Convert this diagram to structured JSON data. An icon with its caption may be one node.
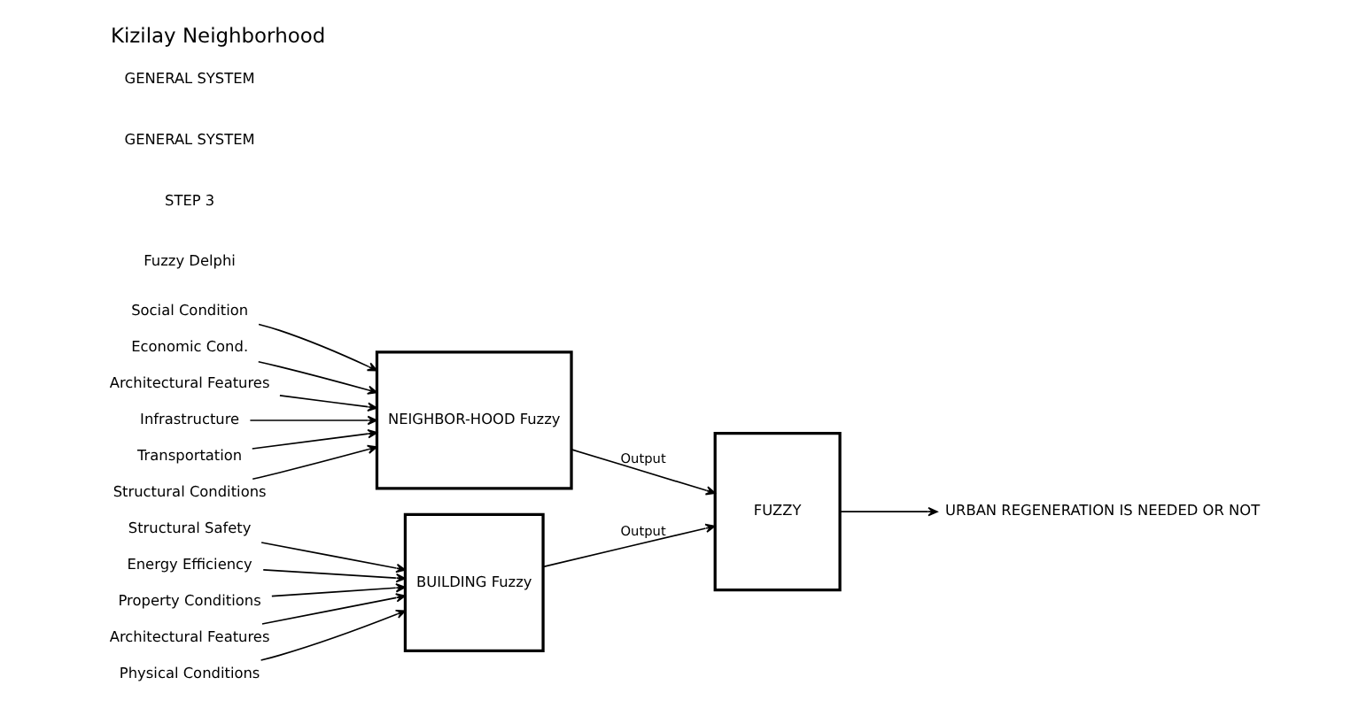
{
  "diagram": {
    "title": "Kizilay Neighborhood",
    "nodes": [
      {
        "text": [
          "Structural Safety"
        ]
      },
      {
        "text": [
          "Architectural Features"
        ]
      },
      {
        "text": [
          "Physical Conditions"
        ]
      },
      {
        "text": [
          "Energy Efficiency"
        ]
      },
      {
        "text": [
          "Property Conditions"
        ]
      },
      {
        "text": [
          "BUILDING Fuzzy"
        ]
      },
      {
        "text": [
          "Structural Conditions"
        ]
      },
      {
        "text": [
          "Social Condition"
        ]
      },
      {
        "text": [
          "Economic Cond."
        ]
      },
      {
        "text": [
          "Architectural Features"
        ]
      },
      {
        "text": [
          "Infrastructure"
        ]
      },
      {
        "text": [
          "Transportation"
        ]
      },
      {
        "text": [
          "NEIGHBOR-HOOD Fuzzy"
        ]
      },
      {
        "text": [
          "FUZZY"
        ]
      },
      {
        "text": [
          "URBAN REGENERATION IS NEEDED OR NOT"
        ]
      }
    ],
    "edges": [
      {
        "from": 0,
        "to": 5,
        "arrow": "to"
      },
      {
        "from": 1,
        "to": 5,
        "arrow": "to"
      },
      {
        "from": 2,
        "to": 5,
        "arrow": "to"
      },
      {
        "from": 3,
        "to": 5,
        "arrow": "to"
      },
      {
        "from": 4,
        "to": 5,
        "arrow": "to"
      },
      {
        "from": 6,
        "to": 12,
        "arrow": "to"
      },
      {
        "from": 7,
        "to": 12,
        "arrow": "to"
      },
      {
        "from": 8,
        "to": 12,
        "arrow": "to"
      },
      {
        "from": 9,
        "to": 12,
        "arrow": "to"
      },
      {
        "from": 10,
        "to": 12,
        "arrow": "to"
      },
      {
        "from": 11,
        "to": 12,
        "arrow": "to"
      },
      {
        "from": 5,
        "to": 13,
        "arrow": "to",
        "label": "Output"
      },
      {
        "from": 12,
        "to": 13,
        "arrow": "to",
        "label": "Output"
      },
      {
        "from": 13,
        "to": 14,
        "arrow": "to"
      }
    ],
    "labels": [
      "Fuzzy Delphi",
      "STEP 3",
      "GENERAL SYSTEM",
      "GENERAL SYSTEM"
    ]
  }
}
